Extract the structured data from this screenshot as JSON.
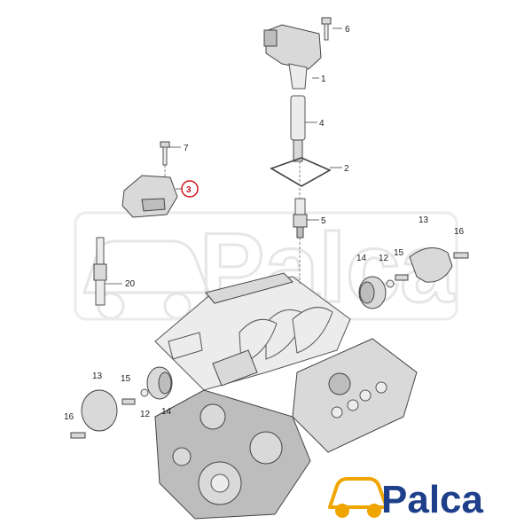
{
  "callouts": [
    {
      "id": "1",
      "label": "1"
    },
    {
      "id": "2",
      "label": "2"
    },
    {
      "id": "3",
      "label": "3",
      "highlighted": true
    },
    {
      "id": "4",
      "label": "4"
    },
    {
      "id": "5",
      "label": "5"
    },
    {
      "id": "6",
      "label": "6"
    },
    {
      "id": "7",
      "label": "7"
    },
    {
      "id": "12a",
      "label": "12"
    },
    {
      "id": "12b",
      "label": "12"
    },
    {
      "id": "13a",
      "label": "13"
    },
    {
      "id": "13b",
      "label": "13"
    },
    {
      "id": "14a",
      "label": "14"
    },
    {
      "id": "14b",
      "label": "14"
    },
    {
      "id": "15a",
      "label": "15"
    },
    {
      "id": "15b",
      "label": "15"
    },
    {
      "id": "16a",
      "label": "16"
    },
    {
      "id": "16b",
      "label": "16"
    },
    {
      "id": "20",
      "label": "20"
    }
  ],
  "highlight_color": "#d0141e",
  "watermark": {
    "text": "Palca"
  },
  "logo": {
    "text": "Palca",
    "brand_color": "#1e3f8a",
    "accent_color": "#f0a500",
    "icon": "car-icon"
  }
}
